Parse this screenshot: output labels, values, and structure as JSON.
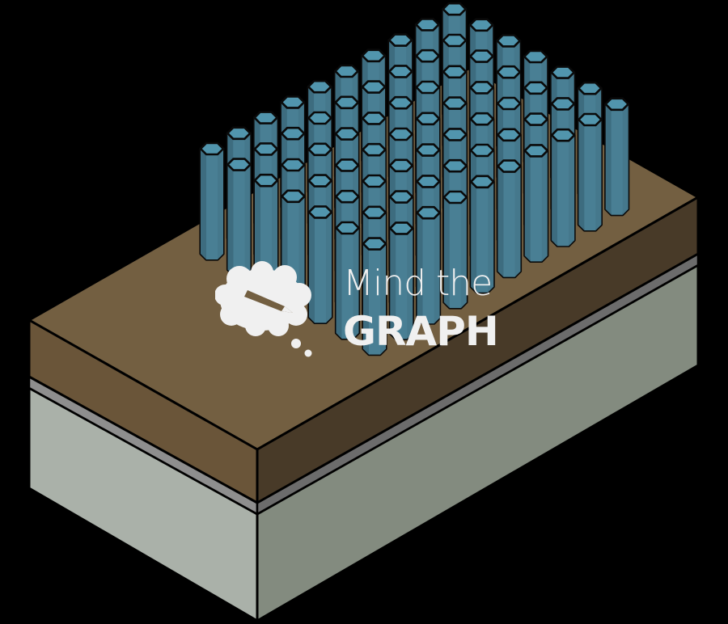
{
  "figure": {
    "description": "Isometric illustration of a vertical nanopillar/nanowire array on a layered substrate",
    "background": "#000000",
    "substrate": {
      "layers": [
        {
          "name": "top-layer",
          "colors": {
            "top": "#735f41",
            "left": "#6a5539",
            "right": "#483a28"
          }
        },
        {
          "name": "thin-interlayer",
          "colors": {
            "left": "#8e8e8e",
            "right": "#6c6c6c"
          }
        },
        {
          "name": "base-substrate",
          "colors": {
            "left": "#aab1a9",
            "right": "#838b7f"
          }
        }
      ],
      "outline": "#000000"
    },
    "pillars": {
      "shape": "hexagonal-prism",
      "grid_rows": 10,
      "grid_cols": 7,
      "count": 70,
      "colors": {
        "top": "#5195ad",
        "left": "#3d6c7f",
        "right": "#497f94",
        "outline": "#0a0a0a"
      }
    }
  },
  "watermark": {
    "line1": "Mind the",
    "line2": "GRAPH",
    "color": "#f0f0f0"
  }
}
